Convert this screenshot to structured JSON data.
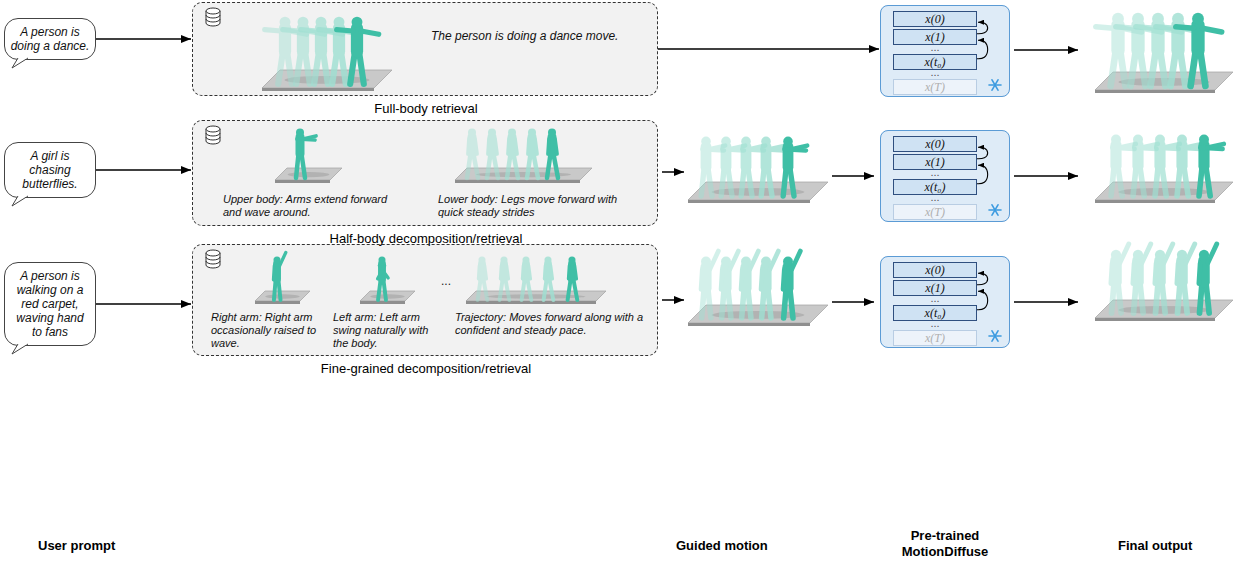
{
  "diagram": {
    "nodes": [
      {
        "text": [
          "A person is doing a dance."
        ]
      },
      {
        "text": [
          "The person is doing a dance move.",
          "Full-body retrieval"
        ]
      },
      {
        "text": []
      },
      {
        "text": [
          "x(0)"
        ],
        "in": 2
      },
      {
        "text": [
          "x(1)"
        ],
        "in": 2
      },
      {
        "text": [
          "x(t₀)"
        ],
        "in": 2
      },
      {
        "text": [
          "x(T)"
        ],
        "in": 2
      },
      {
        "text": [
          "A girl is chasing butterflies."
        ]
      },
      {
        "text": [
          "Upper body: Arms extend forward and wave around.",
          "Lower body: Legs move forward with quick steady strides",
          "Half-body decomposition/retrieval"
        ]
      },
      {
        "text": []
      },
      {
        "text": [
          "x(0)"
        ],
        "in": 9
      },
      {
        "text": [
          "x(1)"
        ],
        "in": 9
      },
      {
        "text": [
          "x(t₀)"
        ],
        "in": 9
      },
      {
        "text": [
          "x(T)"
        ],
        "in": 9
      },
      {
        "text": [
          "A person is walking on a red carpet, waving hand to fans"
        ]
      },
      {
        "text": [
          "Right arm: Right arm occasionally raised to wave.",
          "Left arm: Left arm swing naturally with the body.",
          "Trajectory: Moves forward along with a confident and steady pace.",
          "Fine-grained decomposition/retrieval"
        ]
      },
      {
        "text": []
      },
      {
        "text": [
          "x(0)"
        ],
        "in": 16
      },
      {
        "text": [
          "x(1)"
        ],
        "in": 16
      },
      {
        "text": [
          "x(t₀)"
        ],
        "in": 16
      },
      {
        "text": [
          "x(T)"
        ],
        "in": 16
      }
    ],
    "edges": [
      {
        "from": 0,
        "to": 1,
        "arrow": "to"
      },
      {
        "from": 1,
        "to": 2,
        "arrow": "to"
      },
      {
        "from": 4,
        "to": 3,
        "arrow": "to"
      },
      {
        "from": 5,
        "to": 4,
        "arrow": "to"
      },
      {
        "from": 7,
        "to": 8,
        "arrow": "to"
      },
      {
        "from": 11,
        "to": 10,
        "arrow": "to"
      },
      {
        "from": 12,
        "to": 11,
        "arrow": "to"
      },
      {
        "from": 14,
        "to": 15,
        "arrow": "to"
      },
      {
        "from": 18,
        "to": 17,
        "arrow": "to"
      },
      {
        "from": 19,
        "to": 18,
        "arrow": "to"
      }
    ],
    "labels": [
      "User prompt",
      "Guided motion",
      "Pre-trained MotionDiffuse",
      "Final output",
      "...",
      "...",
      "...",
      "...",
      "...",
      "...",
      "..."
    ]
  }
}
